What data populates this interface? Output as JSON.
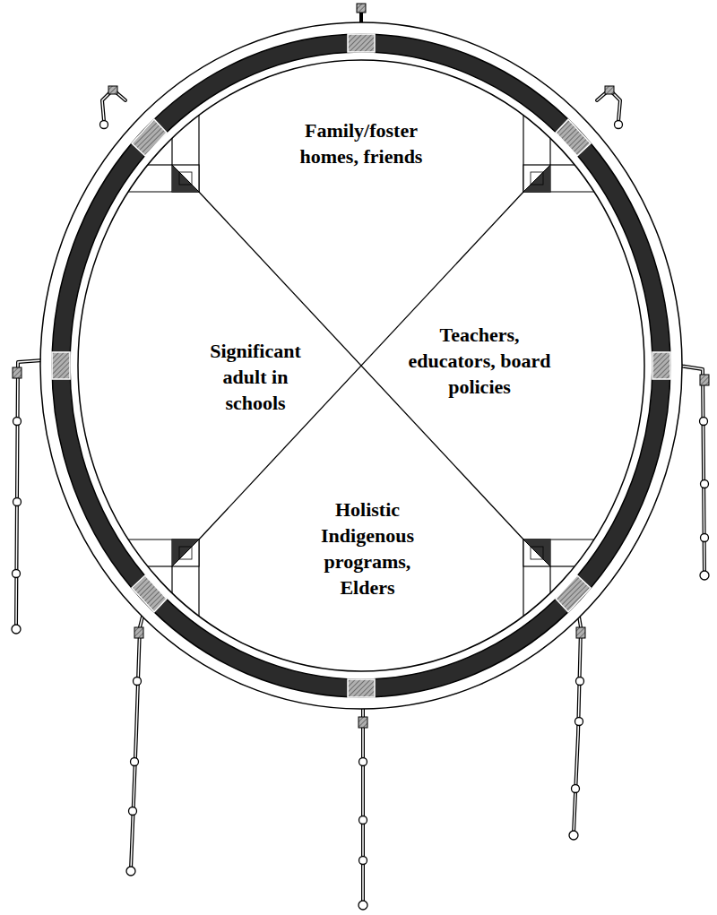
{
  "diagram": {
    "nodes": [
      {
        "text": [
          "Family/foster homes, friends"
        ]
      },
      {
        "text": [
          "Significant adult in schools"
        ]
      },
      {
        "text": [
          "Teachers, educators, board policies"
        ]
      },
      {
        "text": [
          "Holistic Indigenous programs, Elders"
        ]
      }
    ]
  }
}
